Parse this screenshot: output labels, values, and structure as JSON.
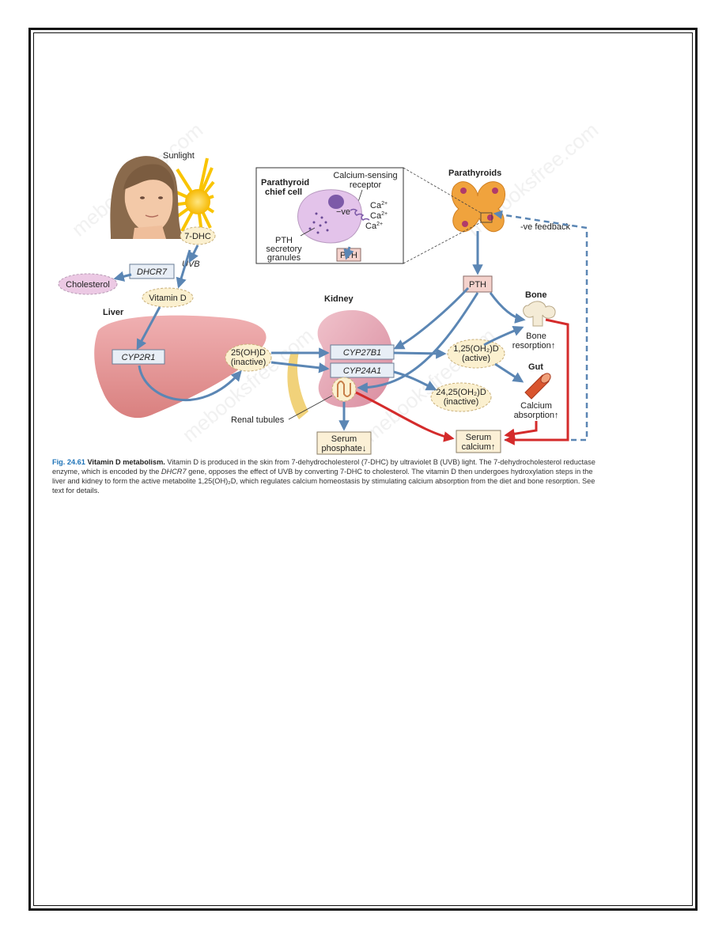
{
  "labels": {
    "sunlight": "Sunlight",
    "dhc7": "7-DHC",
    "uvb": "UVB",
    "dhcr7": "DHCR7",
    "cholesterol": "Cholesterol",
    "vitamin_d": "Vitamin D",
    "liver": "Liver",
    "cyp2r1": "CYP2R1",
    "ohd_line1": "25(OH)D",
    "ohd_line2": "(inactive)",
    "kidney": "Kidney",
    "cyp27b1": "CYP27B1",
    "cyp24a1": "CYP24A1",
    "active_line1": "1,25(OH₂)D",
    "active_line2": "(active)",
    "inactive24_line1": "24,25(OH₂)D",
    "inactive24_line2": "(inactive)",
    "renal_tubules": "Renal tubules",
    "serum_phosphate_line1": "Serum",
    "serum_phosphate_line2": "phosphate↓",
    "serum_calcium_line1": "Serum",
    "serum_calcium_line2": "calcium↑",
    "pth_main": "PTH",
    "parathyroids": "Parathyroids",
    "ve_feedback": "-ve feedback",
    "bone": "Bone",
    "bone_resorption_line1": "Bone",
    "bone_resorption_line2": "resorption↑",
    "gut": "Gut",
    "calcium_absorption_line1": "Calcium",
    "calcium_absorption_line2": "absorption↑",
    "chief_cell_line1": "Parathyroid",
    "chief_cell_line2": "chief cell",
    "receptor_line1": "Calcium-sensing",
    "receptor_line2": "receptor",
    "minus_ve": "−ve",
    "ca": "Ca",
    "ca_charge": "2+",
    "granules_line1": "PTH",
    "granules_line2": "secretory",
    "granules_line3": "granules",
    "pth_inset": "PTH",
    "watermark": "mebooksfree.com"
  },
  "caption": {
    "fig_number": "Fig. 24.61",
    "title": "Vitamin D metabolism.",
    "text1": "Vitamin D is produced in the skin from 7-dehydrocholesterol (7-DHC) by ultraviolet B (UVB) light. The 7-dehydrocholesterol reductase enzyme, which is encoded by the",
    "gene": "DHCR7",
    "text2": "gene, opposes the effect of UVB by converting 7-DHC to cholesterol. The vitamin D then undergoes hydroxylation steps in the liver and kidney to form the active metabolite 1,25(OH)₂D, which regulates calcium homeostasis by stimulating calcium absorption from the diet and bone resorption. See text for details."
  },
  "colors": {
    "arrow_blue": "#5b86b4",
    "arrow_red": "#d42b2b",
    "liver": "#e69a9c",
    "kidney": "#e7a9b6",
    "parathyroid": "#f0a33d",
    "ellipse_fill": "#fbf0cf",
    "box_fill": "#fbe8df",
    "box_blue": "#e8eef6",
    "caption_blue": "#1e73b8"
  }
}
